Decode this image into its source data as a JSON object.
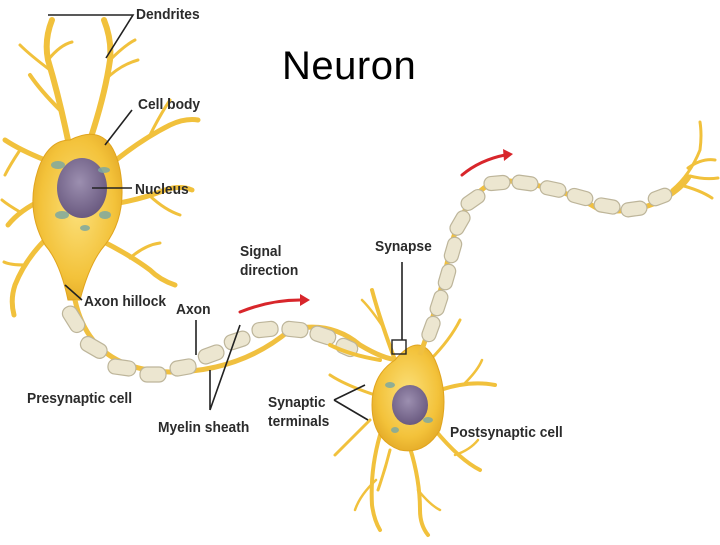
{
  "title": "Neuron",
  "labels": {
    "dendrites": "Dendrites",
    "cell_body": "Cell body",
    "nucleus": "Nucleus",
    "axon_hillock": "Axon hillock",
    "axon": "Axon",
    "signal_direction_line1": "Signal",
    "signal_direction_line2": "direction",
    "synapse": "Synapse",
    "presynaptic_cell": "Presynaptic cell",
    "myelin_sheath": "Myelin sheath",
    "synaptic_terminals_line1": "Synaptic",
    "synaptic_terminals_line2": "terminals",
    "postsynaptic_cell": "Postsynaptic cell"
  },
  "colors": {
    "cell": "#f5c842",
    "cell_edge": "#e0a41e",
    "myelin": "#ece6d0",
    "myelin_edge": "#bdb59a",
    "nucleus": "#7b6a8c",
    "arrow": "#d8262b",
    "leader": "#222222"
  }
}
